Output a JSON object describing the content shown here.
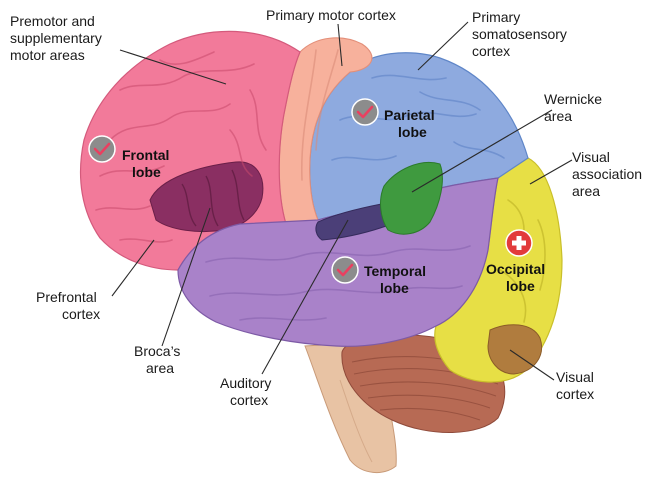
{
  "labels": {
    "premotor": [
      "Premotor and",
      "supplementary",
      "motor areas"
    ],
    "primary_motor": [
      "Primary motor cortex"
    ],
    "somatosensory": [
      "Primary",
      "somatosensory",
      "cortex"
    ],
    "wernicke": [
      "Wernicke",
      "area"
    ],
    "visual_association": [
      "Visual",
      "association",
      "area"
    ],
    "prefrontal": [
      "Prefrontal",
      "cortex"
    ],
    "broca": [
      "Broca’s",
      "area"
    ],
    "auditory": [
      "Auditory",
      "cortex"
    ],
    "visual_cortex": [
      "Visual",
      "cortex"
    ]
  },
  "lobes": {
    "frontal": [
      "Frontal",
      "lobe"
    ],
    "parietal": [
      "Parietal",
      "lobe"
    ],
    "temporal": [
      "Temporal",
      "lobe"
    ],
    "occipital": [
      "Occipital",
      "lobe"
    ]
  },
  "badges": {
    "frontal": "check-icon",
    "parietal": "check-icon",
    "temporal": "check-icon",
    "occipital": "plus-icon"
  },
  "colors": {
    "frontal": "#f27a9a",
    "motor": "#f7b19c",
    "parietal": "#8eaadf",
    "temporal": "#a982c9",
    "occipital": "#e7df45",
    "broca": "#8a2f62",
    "wernicke": "#3f9a3f",
    "auditory": "#4b3f78",
    "visual_cortex": "#b07c3e",
    "cerebellum": "#b76a54",
    "brainstem": "#e8c3a4",
    "badge_check": "#8c8c8c",
    "badge_plus": "#e23b3b"
  }
}
